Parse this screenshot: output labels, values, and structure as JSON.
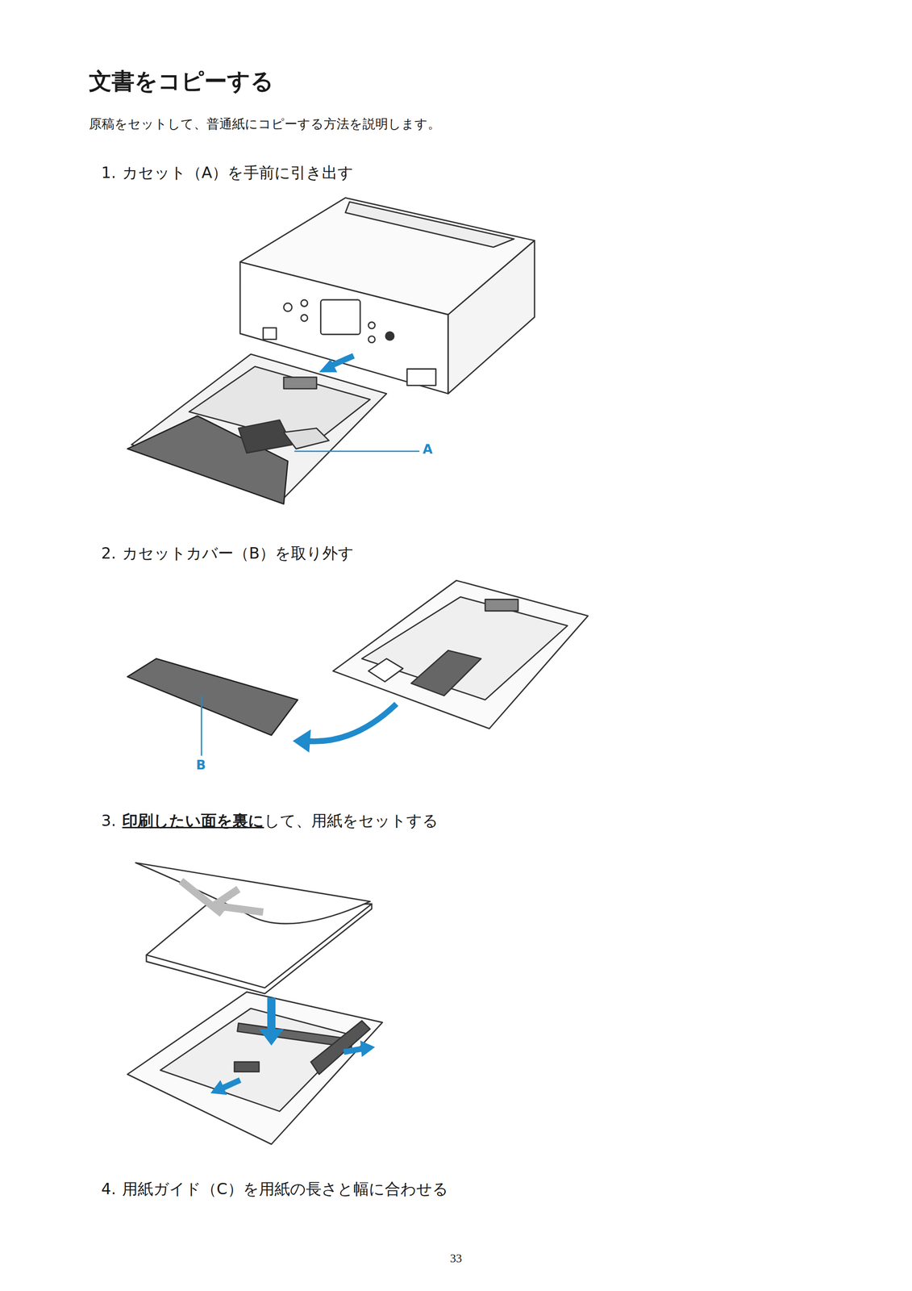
{
  "diagram": {
    "title": "文書をコピーする",
    "labels": [
      "原稿をセットして、普通紙にコピーする方法を説明します。",
      "1.",
      "カセット（A）を手前に引き出す",
      "A",
      "2.",
      "カセットカバー（B）を取り外す",
      "B",
      "3.",
      "印刷したい面を裏に",
      "して、用紙をセットする",
      "4.",
      "用紙ガイド（C）を用紙の長さと幅に合わせる",
      "33"
    ]
  }
}
